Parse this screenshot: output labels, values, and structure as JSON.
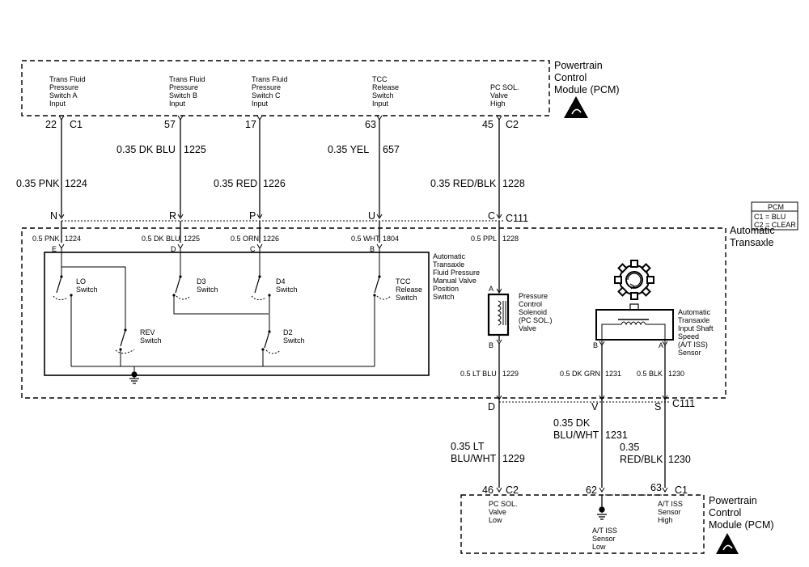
{
  "pcm_top": {
    "title": [
      "Powertrain",
      "Control",
      "Module (PCM)"
    ],
    "inputs": [
      {
        "lines": [
          "Trans Fluid",
          "Pressure",
          "Switch A",
          "Input"
        ],
        "pin": "22",
        "conn": "C1"
      },
      {
        "lines": [
          "Trans Fluid",
          "Pressure",
          "Switch B",
          "Input"
        ],
        "pin": "57"
      },
      {
        "lines": [
          "Trans Fluid",
          "Pressure",
          "Switch C",
          "Input"
        ],
        "pin": "17"
      },
      {
        "lines": [
          "TCC",
          "Release",
          "Switch",
          "Input"
        ],
        "pin": "63"
      },
      {
        "lines": [
          "PC SOL.",
          "Valve",
          "High"
        ],
        "pin": "45",
        "conn": "C2"
      }
    ]
  },
  "top_wires": [
    {
      "size": "0.35 PNK",
      "circuit": "1224"
    },
    {
      "size": "0.35 DK BLU",
      "circuit": "1225"
    },
    {
      "size": "0.35 RED",
      "circuit": "1226"
    },
    {
      "size": "0.35 YEL",
      "circuit": "657"
    },
    {
      "size": "0.35 RED/BLK",
      "circuit": "1228"
    }
  ],
  "connector_top": {
    "name": "C111",
    "pins": [
      "N",
      "R",
      "P",
      "U",
      "C"
    ]
  },
  "pcm_legend": {
    "title": "PCM",
    "rows": [
      "C1 = BLU",
      "C2 = CLEAR"
    ]
  },
  "transaxle": {
    "title": [
      "Automatic",
      "Transaxle"
    ],
    "inner_wires": [
      {
        "size": "0.5 PNK",
        "circuit": "1224",
        "pin": "E"
      },
      {
        "size": "0.5 DK BLU",
        "circuit": "1225",
        "pin": "D"
      },
      {
        "size": "0.5 ORN",
        "circuit": "1226",
        "pin": "C"
      },
      {
        "size": "0.5 WHT",
        "circuit": "1804",
        "pin": "B"
      },
      {
        "size": "0.5 PPL",
        "circuit": "1228"
      }
    ],
    "switch_assembly": [
      "Automatic",
      "Transaxle",
      "Fluid Pressure",
      "Manual Valve",
      "Position",
      "Switch"
    ],
    "switches": [
      {
        "lines": [
          "LO",
          "Switch"
        ]
      },
      {
        "lines": [
          "D3",
          "Switch"
        ]
      },
      {
        "lines": [
          "D4",
          "Switch"
        ]
      },
      {
        "lines": [
          "TCC",
          "Release",
          "Switch"
        ]
      },
      {
        "lines": [
          "REV",
          "Switch"
        ]
      },
      {
        "lines": [
          "D2",
          "Switch"
        ]
      }
    ],
    "solenoid": {
      "lines": [
        "Pressure",
        "Control",
        "Solenoid",
        "(PC SOL.)",
        "Valve"
      ],
      "pin_a": "A",
      "pin_b": "B"
    },
    "sensor": {
      "lines": [
        "Automatic",
        "Transaxle",
        "Input Shaft",
        "Speed",
        "(A/T ISS)",
        "Sensor"
      ],
      "pin_b": "B",
      "pin_a": "A"
    },
    "lower_wires": [
      {
        "size": "0.5 LT BLU",
        "circuit": "1229"
      },
      {
        "size": "0.5 DK GRN",
        "circuit": "1231"
      },
      {
        "size": "0.5 BLK",
        "circuit": "1230"
      }
    ]
  },
  "connector_bottom": {
    "name": "C111",
    "pins": [
      "D",
      "V",
      "S"
    ]
  },
  "bottom_wires": [
    {
      "size": [
        "0.35 LT",
        "BLU/WHT"
      ],
      "circuit": "1229"
    },
    {
      "size": [
        "0.35 DK",
        "BLU/WHT"
      ],
      "circuit": "1231"
    },
    {
      "size": [
        "0.35",
        "RED/BLK"
      ],
      "circuit": "1230"
    }
  ],
  "pcm_bottom": {
    "title": [
      "Powertrain",
      "Control",
      "Module (PCM)"
    ],
    "pins": [
      {
        "pin": "46",
        "conn": "C2",
        "lines": [
          "PC SOL.",
          "Valve",
          "Low"
        ]
      },
      {
        "pin": "62",
        "lines": [
          "A/T ISS",
          "Sensor",
          "Low"
        ]
      },
      {
        "pin": "63",
        "conn": "C1",
        "lines": [
          "A/T ISS",
          "Sensor",
          "High"
        ]
      }
    ]
  }
}
